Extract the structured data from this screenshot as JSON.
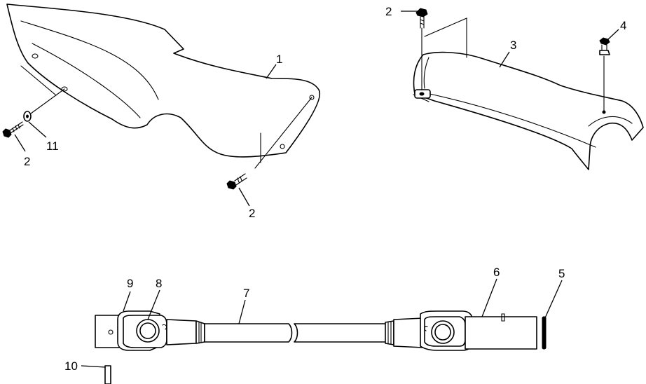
{
  "callouts": {
    "c1": "1",
    "c2_screw_left": "2",
    "c11": "11",
    "c2_screw_bottom": "2",
    "c2_screw_top_right": "2",
    "c3": "3",
    "c4": "4",
    "c9": "9",
    "c8": "8",
    "c7": "7",
    "c6": "6",
    "c5": "5",
    "c10": "10"
  },
  "colors": {
    "line": "#000000",
    "background": "#ffffff"
  }
}
